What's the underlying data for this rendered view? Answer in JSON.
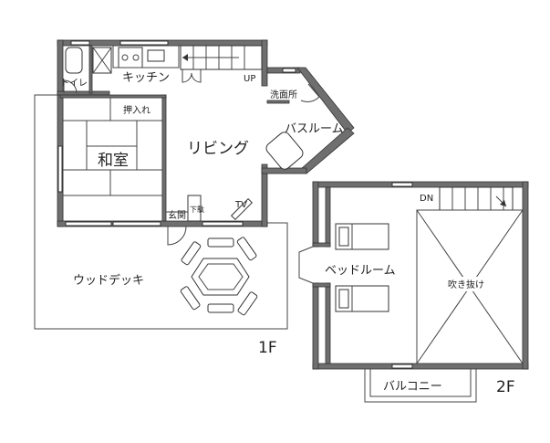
{
  "floors": {
    "first": "1F",
    "second": "2F"
  },
  "rooms": {
    "toilet": "トイレ",
    "kitchen": "キッチン",
    "up": "UP",
    "senmenjo": "洗面所",
    "bathroom": "バスルーム",
    "oshiire": "押入れ",
    "washitsu": "和室",
    "living": "リビング",
    "genkan": "玄関",
    "getabako": "下駄",
    "tv": "TV",
    "wooddeck": "ウッドデッキ",
    "dn": "DN",
    "bedroom": "ベッドルーム",
    "fukinuke": "吹き抜け",
    "balcony": "バルコニー"
  },
  "colors": {
    "wall": "#6f6f6f",
    "line": "#444444"
  }
}
